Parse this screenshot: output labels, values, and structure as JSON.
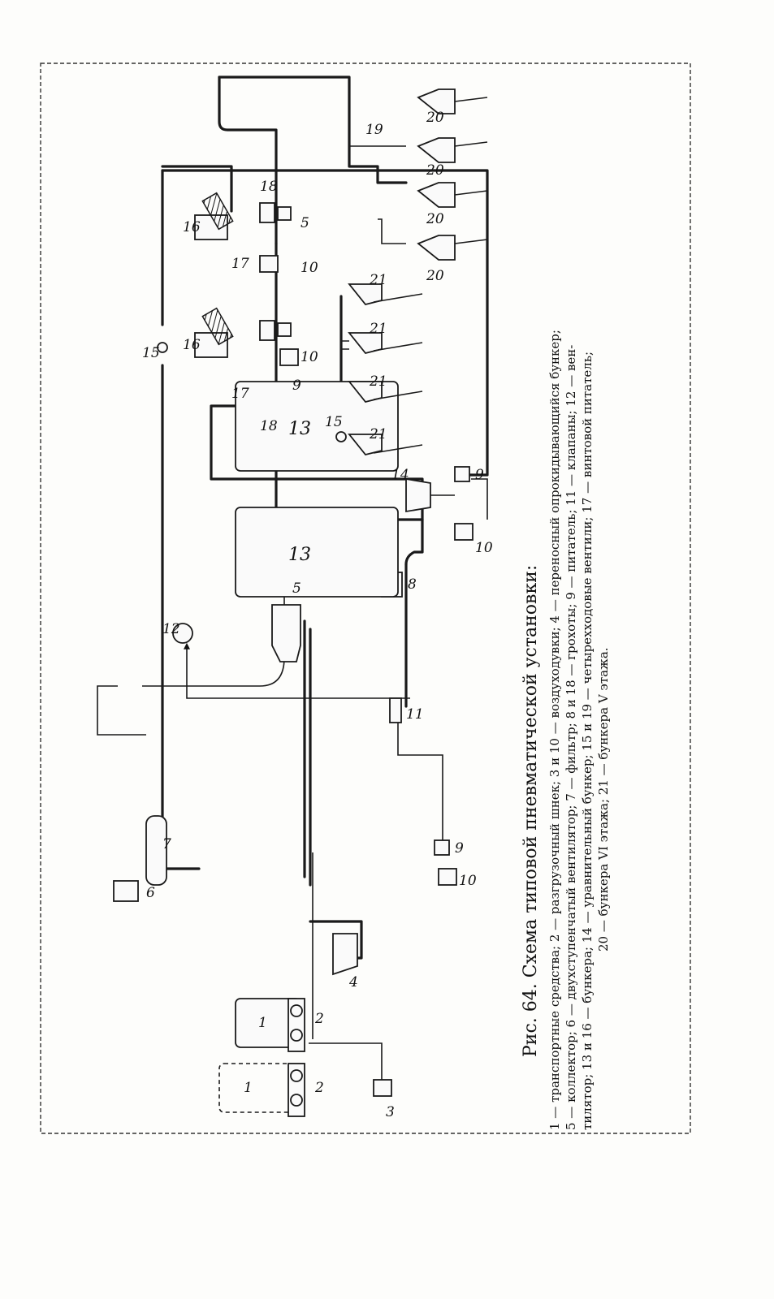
{
  "caption": {
    "title": "Рис. 64. Схема типовой пневматической установки:",
    "legend_lines": [
      "1 — транспортные средства; 2 — разгрузочный шнек; 3 и 10 — воздуходувки; 4 — переносный опрокидывающийся бункер;",
      "5 — коллектор; 6 — двухступенчатый вентилятор; 7 — фильтр; 8 и 18 — грохоты; 9 — питатель; 11 — клапаны; 12 — вен-",
      "тилятор; 13 и 16 — бункера; 14 — уравнительный бункер; 15 и 19 — четырехходовые вентили; 17 — винтовой питатель;",
      "20 — бункера VI этажа; 21 — бункера V этажа."
    ]
  },
  "labels": {
    "transport_dashed": "1",
    "transport": "1",
    "screw_a": "2",
    "screw_b": "2",
    "blower_3": "3",
    "hopper_4": "4",
    "collector_5": "5",
    "fan_6": "6",
    "filter_7": "7",
    "screen_8": "8",
    "feeder_9a": "9",
    "blower_10a": "10",
    "valve_11": "11",
    "fan_12": "12",
    "silo_13a": "13",
    "silo_13b": "13",
    "eq_hopper_14": "14",
    "feeder_9b": "9",
    "blower_10b": "10",
    "valve_15a": "15",
    "hopper_16a": "16",
    "screw_17a": "17",
    "screen_18a": "18",
    "feeder_9c": "9",
    "blower_10c": "10",
    "valve_15b": "15",
    "hopper_21a": "21",
    "hopper_21b": "21",
    "hopper_21c": "21",
    "hopper_21d": "21",
    "hopper_16b": "16",
    "screw_17b": "17",
    "screen_18b": "18",
    "feeder_5b": "5",
    "blower_10d": "10",
    "valve_19": "19",
    "hopper_20a": "20",
    "hopper_20b": "20",
    "hopper_20c": "20",
    "hopper_20d": "20"
  }
}
